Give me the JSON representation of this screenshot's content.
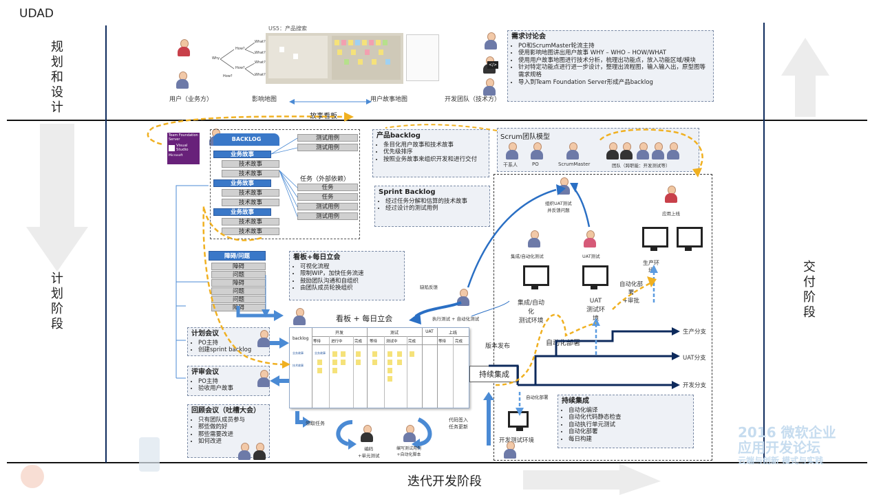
{
  "header": {
    "title": "UDAD"
  },
  "phases": {
    "planning_design": "规划和设计",
    "planning_phase": "计划阶段",
    "delivery_phase": "交付阶段",
    "iteration_phase": "迭代开发阶段"
  },
  "top": {
    "us5_label": "US5：产品搜索",
    "user_label": "用户（业务方）",
    "impact_map_label": "影响地图",
    "story_map_label": "用户故事地图",
    "dev_team_label": "开发团队（技术方）",
    "story_board_label": "故事看板",
    "mindmap_nodes": [
      "Why",
      "How?",
      "How?",
      "What?",
      "What?",
      "What?",
      "How?",
      "What?"
    ]
  },
  "req_note": {
    "title": "需求讨论会",
    "items": [
      "PO和ScrumMaster轮流主持",
      "使用影响地图讲出用户故事 WHY – WHO – HOW/WHAT",
      "使用用户故事地图进行技术分析，梳理出功能点，放入功能区域/模块",
      "针对特定功能点进行进一步设计，整理出流程图，输入输入出，原型图等需求规格",
      "导入到Team Foundation Server形成产品backlog"
    ]
  },
  "tfs": {
    "line1": "Team Foundation",
    "line2": "Server",
    "vs1": "Visual",
    "vs2": "Studio",
    "ms": "Microsoft"
  },
  "backlog": {
    "header": "BACKLOG",
    "rows": [
      {
        "text": "业务故事",
        "kind": "biz"
      },
      {
        "text": "技术故事",
        "kind": "tech"
      },
      {
        "text": "技术故事",
        "kind": "tech"
      },
      {
        "text": "业务故事",
        "kind": "biz"
      },
      {
        "text": "技术故事",
        "kind": "tech"
      },
      {
        "text": "技术故事",
        "kind": "tech"
      },
      {
        "text": "业务故事",
        "kind": "biz"
      },
      {
        "text": "技术故事",
        "kind": "tech"
      },
      {
        "text": "技术故事",
        "kind": "tech"
      }
    ],
    "tests_top": [
      "测试用例",
      "测试用例"
    ],
    "tasks_header": "任务（外部依赖）",
    "tasks": [
      "任务",
      "任务",
      "测试用例",
      "测试用例"
    ]
  },
  "pb_note": {
    "title": "产品backlog",
    "items": [
      "条目化用户故事和技术故事",
      "优先级排序",
      "按照业务故事来组织开发和进行交付"
    ]
  },
  "sb_note": {
    "title": "Sprint Backlog",
    "items": [
      "经过任务分解和估算的技术故事",
      "经过设计的测试用例"
    ]
  },
  "obstacles": {
    "header": "障碍/问题",
    "rows": [
      "障碍",
      "问题",
      "障碍",
      "问题",
      "问题",
      "障碍"
    ]
  },
  "kanban_note": {
    "title": "看板+每日立会",
    "items": [
      "可视化流程",
      "限制WIP，加快任务流速",
      "鼓励团队沟通和自组织",
      "由团队成员轮换组织"
    ]
  },
  "scrum_model": {
    "title": "Scrum团队模型",
    "roles": [
      "干系人",
      "PO",
      "ScrumMaster",
      "团队（跨职能：开发测试等）"
    ]
  },
  "board": {
    "title": "看板 + 每日立会",
    "backlog_label": "backlog",
    "groups": [
      "开发",
      "测试",
      "UAT",
      "上线"
    ],
    "cols": [
      "等待",
      "进行中",
      "完成",
      "等待",
      "测试中",
      "完成",
      "",
      "",
      ""
    ],
    "card1": "业务故事",
    "card2": "技术故事"
  },
  "meetings": {
    "plan": {
      "title": "计划会议",
      "items": [
        "PO主持",
        "创建sprint backlog"
      ]
    },
    "review": {
      "title": "评审会议",
      "items": [
        "PO主持",
        "验收用户故事"
      ]
    },
    "retro": {
      "title": "回顾会议（吐槽大会）",
      "items": [
        "只有团队成员参与",
        "那些做的好",
        "那些需要改进",
        "如何改进"
      ]
    }
  },
  "flow": {
    "claim_task": "领取任务",
    "code_unit": "编码\n+单元测试",
    "write_tests": "编写测试用例\n+自动化脚本",
    "checkin": "代码签入\n任务更新",
    "ci": "持续集成",
    "version_release": "版本发布",
    "auto_deploy": "自动化部署",
    "auto_deploy_small": "自动化部署",
    "defect_feedback": "缺陷反馈",
    "exec_tests": "执行测试 + 自动化测试",
    "integration_test": "集成/自动化测试",
    "uat_test": "UAT测试",
    "org_uat": "组织UAT测试\n并反馈问题",
    "release_online": "应用上线",
    "integration_env": "集成/自动\n化\n测试环境",
    "uat_env": "UAT\n测试环\n境",
    "prod_env": "生产环\n境",
    "auto_deploy_approve": "自动化部\n署\n+审批",
    "dev_env": "开发测试环境"
  },
  "branches": [
    "生产分支",
    "UAT分支",
    "开发分支"
  ],
  "ci_note": {
    "title": "持续集成",
    "items": [
      "自动化编译",
      "自动化代码静态检查",
      "自动执行单元测试",
      "自动化部署",
      "每日构建"
    ]
  },
  "watermark": {
    "line1": "2016 微软企业",
    "line2": "应用开发论坛",
    "line3": "云端与创新 模式与实践"
  },
  "colors": {
    "accent_blue": "#2a6fc4",
    "dashed_yellow": "#f0b020",
    "navy": "#0d2a5c",
    "note_bg": "#eef1f6"
  }
}
